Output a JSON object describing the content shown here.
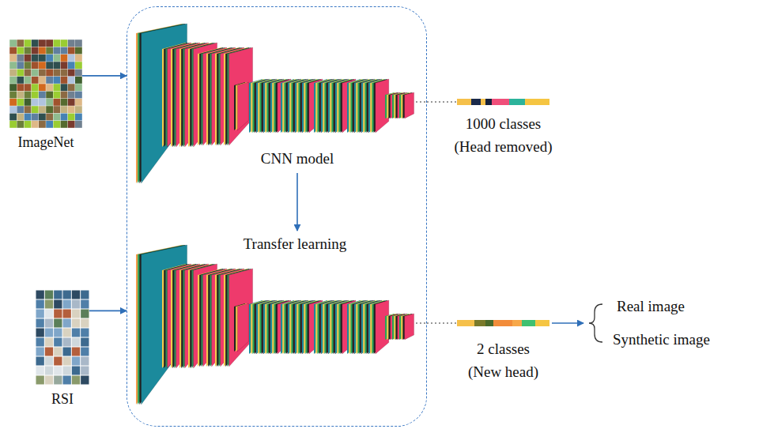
{
  "diagram": {
    "nodes": [
      {
        "text": [
          "ImageNet"
        ]
      },
      {
        "text": [
          "CNN model",
          "Transfer learning"
        ]
      },
      {
        "text": [
          "1000 classes (Head removed)"
        ]
      },
      {
        "text": [
          "RSI"
        ]
      },
      {
        "text": [
          "2 classes (New head)"
        ]
      }
    ],
    "edges": [
      {
        "from": 0,
        "to": 1,
        "arrow": "to"
      },
      {
        "from": 1,
        "to": 2,
        "arrow": "none"
      },
      {
        "from": 3,
        "to": 1,
        "arrow": "to"
      },
      {
        "from": 1,
        "to": 4,
        "arrow": "none"
      }
    ],
    "labels": [
      "Real image",
      "Synthetic image"
    ]
  }
}
